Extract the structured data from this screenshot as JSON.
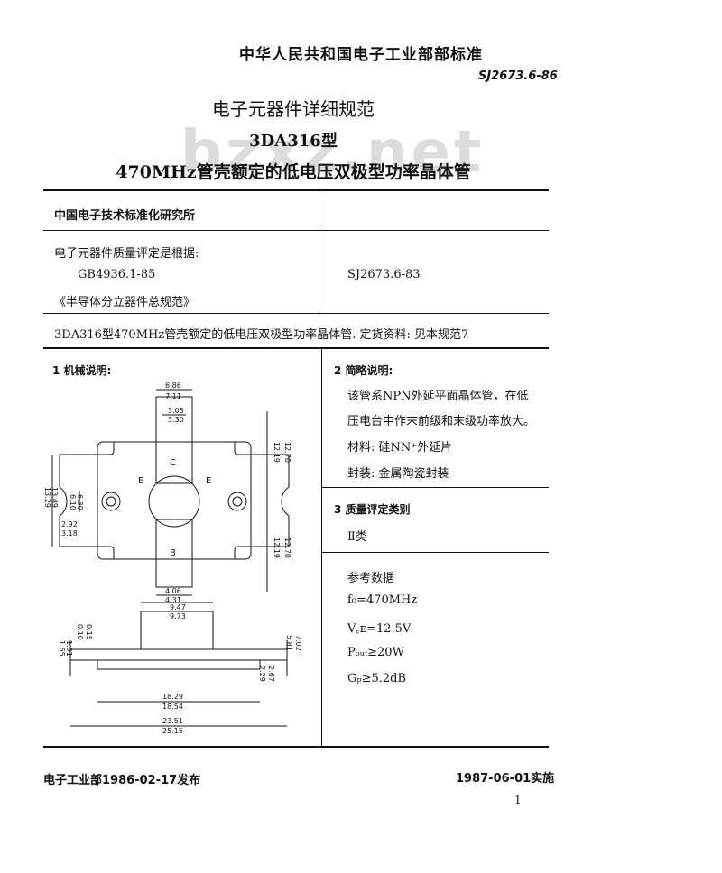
{
  "header": {
    "org_standard": "中华人民共和国电子工业部部标准",
    "code": "SJ2673.6-86",
    "title_line1": "电子元器件详细规范",
    "title_line2": "3DA316型",
    "title_line3": "470MHz管壳额定的低电压双极型功率晶体管",
    "watermark": "bzxz.net"
  },
  "info_table": {
    "institute": "中国电子技术标准化研究所",
    "basis_label": "电子元器件质量评定是根据:",
    "basis_std": "GB4936.1-85",
    "basis_name": "《半导体分立器件总规范》",
    "spec_code": "SJ2673.6-83",
    "summary": "3DA316型470MHz管壳额定的低电压双极型功率晶体管.    定货资料: 见本规范7"
  },
  "section1": {
    "title": "1 机械说明:",
    "drawing": {
      "dims_top": [
        "6.86",
        "7.11",
        "3.05",
        "3.30"
      ],
      "dims_left": [
        "13.29",
        "13.49",
        "6.10",
        "6.30",
        "3.18",
        "2.92"
      ],
      "dims_right": [
        "12.19",
        "12.70",
        "12.19",
        "12.70"
      ],
      "dims_bottom_lead": [
        "4.06",
        "4.31"
      ],
      "dims_side": [
        "9.47",
        "9.73",
        "0.10",
        "0.15",
        "1.65",
        "1.91",
        "5.81",
        "7.02",
        "2.29",
        "2.67"
      ],
      "dims_width": [
        "18.29",
        "18.54",
        "23.51",
        "25.15"
      ],
      "labels": [
        "C",
        "E",
        "E",
        "B"
      ]
    }
  },
  "section2": {
    "title": "2 简略说明:",
    "desc_line1": "该管系NPN外延平面晶体管，在低",
    "desc_line2": "压电台中作末前级和末级功率放大。",
    "material": "材料: 硅NN⁺外延片",
    "package": "封装: 金属陶瓷封装"
  },
  "section3": {
    "title": "3 质量评定类别",
    "category": "Ⅱ类"
  },
  "reference": {
    "title": "参考数据",
    "items": [
      "f₀=470MHz",
      "V꜀ᴇ=12.5V",
      "Pₒᵤₜ≥20W",
      "Gₚ≥5.2dB"
    ]
  },
  "footer": {
    "issued": "电子工业部1986-02-17发布",
    "effective": "1987-06-01实施",
    "page": "1"
  }
}
